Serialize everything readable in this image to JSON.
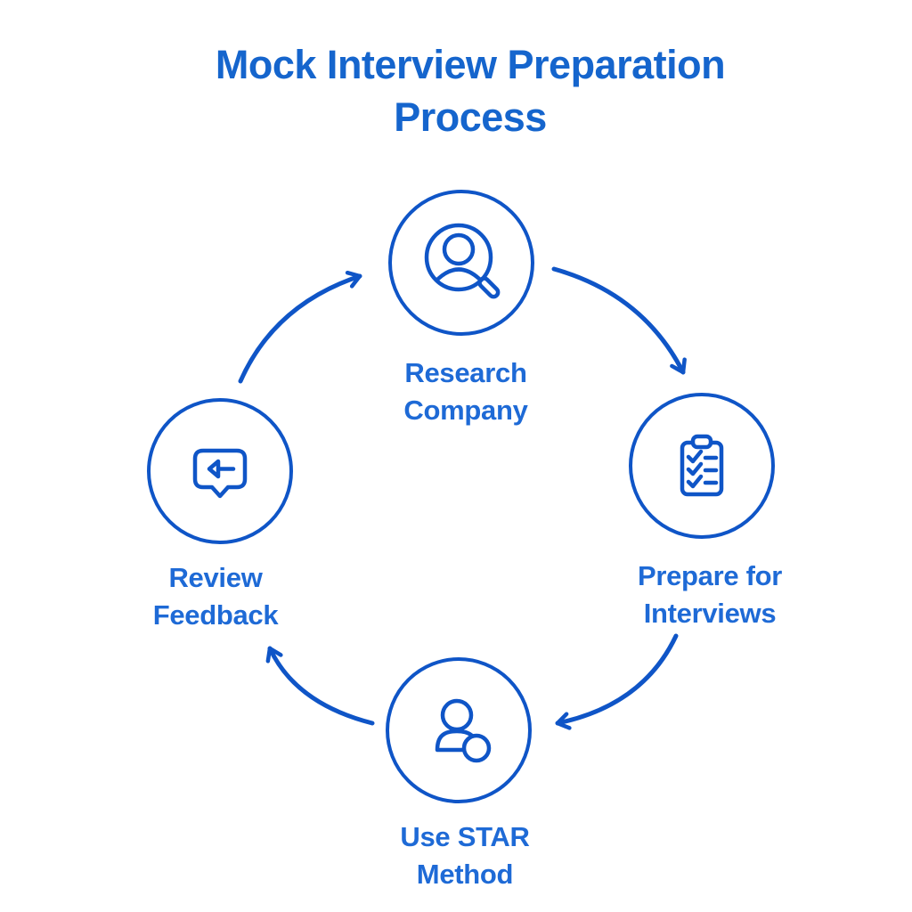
{
  "title": "Mock Interview Preparation Process",
  "colors": {
    "stroke": "#0F55C7",
    "title_text": "#1565CD",
    "label_text": "#1E6AD6",
    "background": "#FFFFFF"
  },
  "nodes": [
    {
      "id": "research-company",
      "icon": "search-person-icon",
      "label_lines": [
        "Research",
        "Company"
      ]
    },
    {
      "id": "prepare-for-interviews",
      "icon": "checklist-clipboard-icon",
      "label_lines": [
        "Prepare for",
        "Interviews"
      ]
    },
    {
      "id": "use-star-method",
      "icon": "person-icon",
      "label_lines": [
        "Use STAR",
        "Method"
      ]
    },
    {
      "id": "review-feedback",
      "icon": "feedback-message-icon",
      "label_lines": [
        "Review",
        "Feedback"
      ]
    }
  ],
  "connections": [
    {
      "from": "research-company",
      "to": "prepare-for-interviews"
    },
    {
      "from": "prepare-for-interviews",
      "to": "use-star-method"
    },
    {
      "from": "use-star-method",
      "to": "review-feedback"
    },
    {
      "from": "review-feedback",
      "to": "research-company"
    }
  ]
}
